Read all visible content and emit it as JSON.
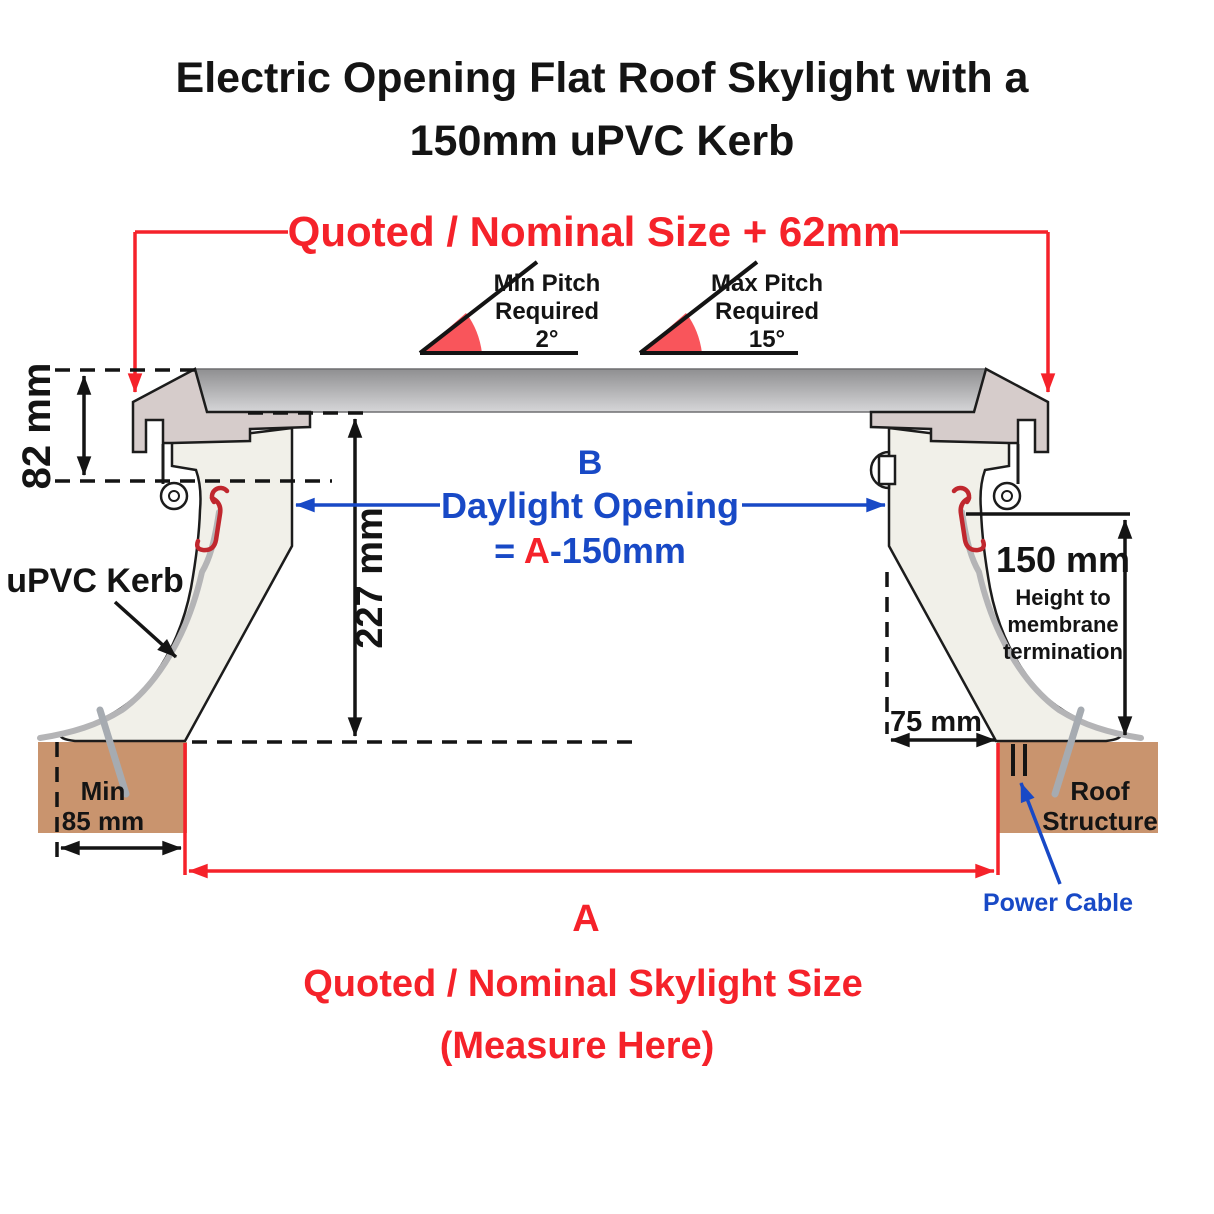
{
  "title": {
    "line1": "Electric Opening Flat Roof Skylight with a",
    "line2": "150mm uPVC Kerb"
  },
  "colors": {
    "accent_red": "#f5222a",
    "accent_blue": "#1849c6",
    "line_black": "#141414",
    "kerb_fill": "#f1f0e9",
    "frame_fill": "#d6cccb",
    "roof_fill": "#c9946e",
    "membrane_gray": "#b4b4b6",
    "glass_top": "#8f8f91",
    "glass_bottom": "#d6d6d8",
    "pitch_wedge": "#f9555b",
    "gasket_red": "#c0272e"
  },
  "top_dimension": {
    "label": "Quoted / Nominal Size + 62mm"
  },
  "pitch": {
    "min": {
      "line1": "Min Pitch",
      "line2": "Required",
      "value": "2°"
    },
    "max": {
      "line1": "Max Pitch",
      "line2": "Required",
      "value": "15°"
    }
  },
  "dimensions": {
    "frame_height": "82 mm",
    "kerb_height": "227 mm",
    "membrane_height": {
      "value": "150 mm",
      "line1": "Height to",
      "line2": "membrane",
      "line3": "termination"
    },
    "kerb_base_width": "75 mm",
    "roof_min_edge": {
      "line1": "Min",
      "line2": "85 mm"
    }
  },
  "daylight": {
    "letter": "B",
    "label": "Daylight Opening",
    "equation": {
      "prefix": "= ",
      "highlight": "A",
      "suffix": "-150mm"
    }
  },
  "labels": {
    "kerb": "uPVC Kerb",
    "roof": {
      "line1": "Roof",
      "line2": "Structure"
    },
    "power_cable": "Power Cable"
  },
  "bottom_dimension": {
    "letter": "A",
    "line1": "Quoted / Nominal Skylight Size",
    "line2": "(Measure Here)"
  }
}
